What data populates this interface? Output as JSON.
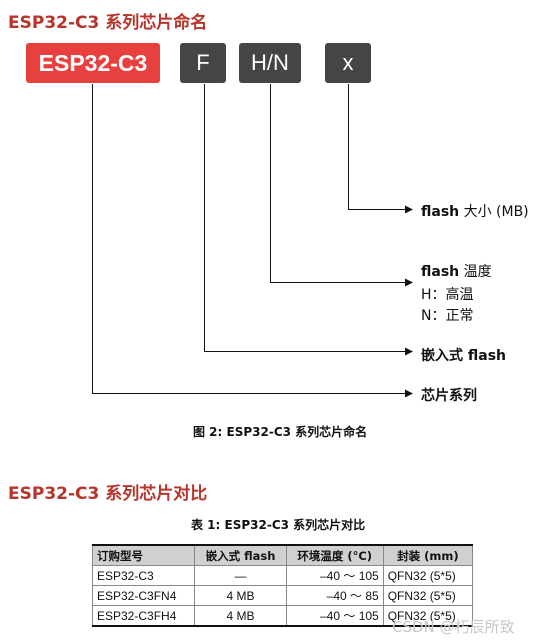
{
  "naming_section": {
    "title": "ESP32-C3 系列芯片命名",
    "boxes": [
      "ESP32-C3",
      "F",
      "H/N",
      "x"
    ],
    "labels": {
      "flash_size": {
        "bold": "flash",
        "rest": " 大小 (MB)"
      },
      "flash_temp": {
        "bold": "flash",
        "rest": " 温度"
      },
      "temp_high": "H：高温",
      "temp_normal": "N：正常",
      "embedded": {
        "bold": "嵌入式 flash",
        "rest": ""
      },
      "series": "芯片系列"
    },
    "caption": "图 2: ESP32-C3 系列芯片命名",
    "colors": {
      "red_box": "#e8403e",
      "dark_box": "#454545",
      "heading": "#b8342a"
    }
  },
  "comparison_section": {
    "title": "ESP32-C3 系列芯片对比",
    "caption": "表 1: ESP32-C3 系列芯片对比",
    "columns": [
      "订购型号",
      "嵌入式 flash",
      "环境温度 (°C)",
      "封装 (mm)"
    ],
    "rows": [
      [
        "ESP32-C3",
        "—",
        "–40 ～ 105",
        "QFN32 (5*5)"
      ],
      [
        "ESP32-C3FN4",
        "4 MB",
        "–40 ～ 85",
        "QFN32 (5*5)"
      ],
      [
        "ESP32-C3FH4",
        "4 MB",
        "–40 ～ 105",
        "QFN32 (5*5)"
      ]
    ]
  },
  "watermark": "CSDN @朽辰所致"
}
